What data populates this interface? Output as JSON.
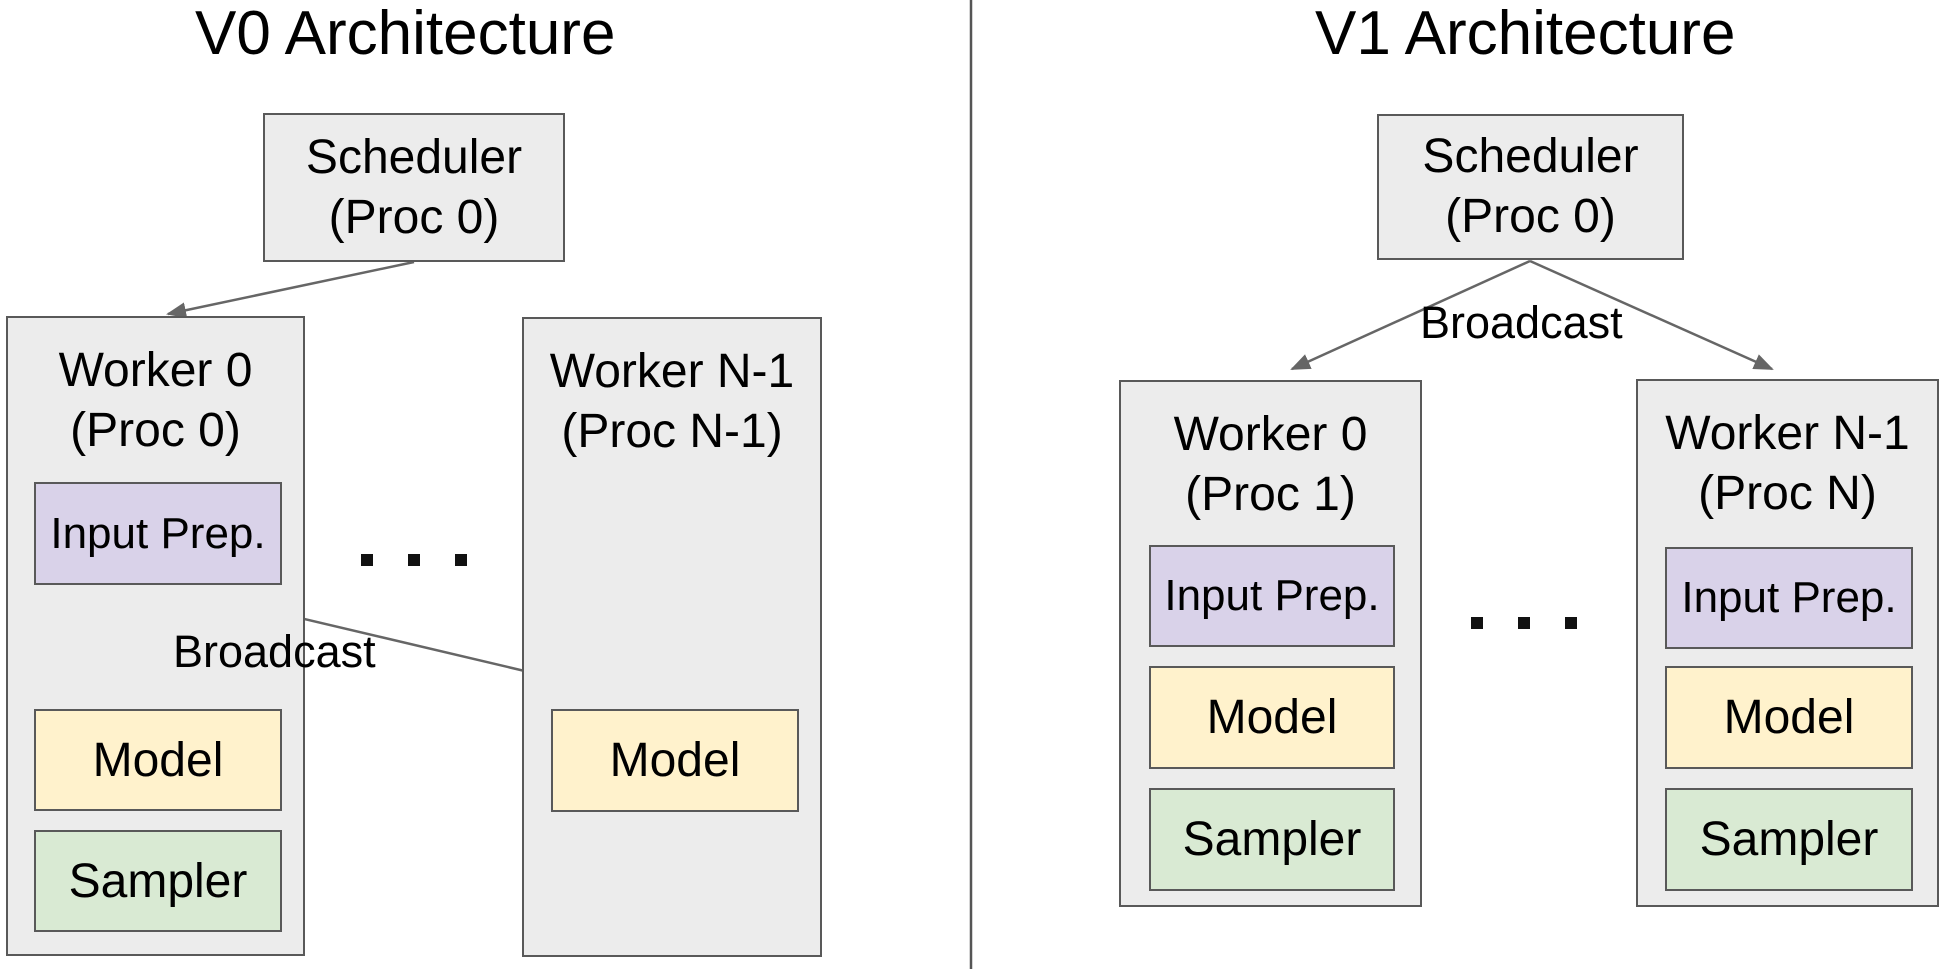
{
  "titles": {
    "v0": "V0 Architecture",
    "v1": "V1 Architecture"
  },
  "v0": {
    "scheduler": {
      "line1": "Scheduler",
      "line2": "(Proc 0)"
    },
    "worker0": {
      "title_line1": "Worker 0",
      "title_line2": "(Proc 0)",
      "input_prep": "Input Prep.",
      "model": "Model",
      "sampler": "Sampler"
    },
    "workerN": {
      "title_line1": "Worker N-1",
      "title_line2": "(Proc N-1)",
      "model": "Model"
    },
    "broadcast": "Broadcast",
    "ellipsis": ". . ."
  },
  "v1": {
    "scheduler": {
      "line1": "Scheduler",
      "line2": "(Proc 0)"
    },
    "broadcast": "Broadcast",
    "worker0": {
      "title_line1": "Worker 0",
      "title_line2": "(Proc 1)",
      "input_prep": "Input Prep.",
      "model": "Model",
      "sampler": "Sampler"
    },
    "workerN": {
      "title_line1": "Worker N-1",
      "title_line2": "(Proc N)",
      "input_prep": "Input Prep.",
      "model": "Model",
      "sampler": "Sampler"
    },
    "ellipsis": ". . ."
  },
  "colors": {
    "box_fill": "#ececec",
    "box_border": "#595959",
    "input_prep_fill": "#d9d2e9",
    "model_fill": "#fff2cc",
    "sampler_fill": "#d9ead3",
    "arrow": "#666666",
    "divider": "#555555",
    "text": "#000000",
    "background": "#ffffff"
  }
}
